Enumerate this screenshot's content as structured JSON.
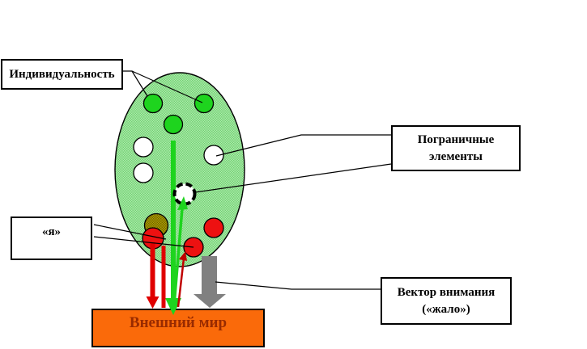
{
  "diagram": {
    "boxes": {
      "individuality": "Индивидуальность",
      "border_elements": "Пограничные\nэлементы",
      "self": "«я»",
      "attention_vector": "Вектор внимания\n(«жало»)"
    },
    "external_world": {
      "label": "Внешний мир"
    },
    "colors": {
      "ellipse_hatch_light": "#ade9ad",
      "ellipse_hatch_dark": "#74d374",
      "inner_green_circle": "#1ed41e",
      "white_circle": "#ffffff",
      "red_circle": "#ed1111",
      "brown_hatch_light": "#b0a000",
      "brown_hatch_dark": "#6f6300",
      "green_arrow": "#1ed41e",
      "red_arrow": "#e00000",
      "gray_arrow": "#808080",
      "external_world_fill": "#fa6a0a",
      "external_world_text": "#992b00",
      "connector_line": "#000000"
    }
  }
}
